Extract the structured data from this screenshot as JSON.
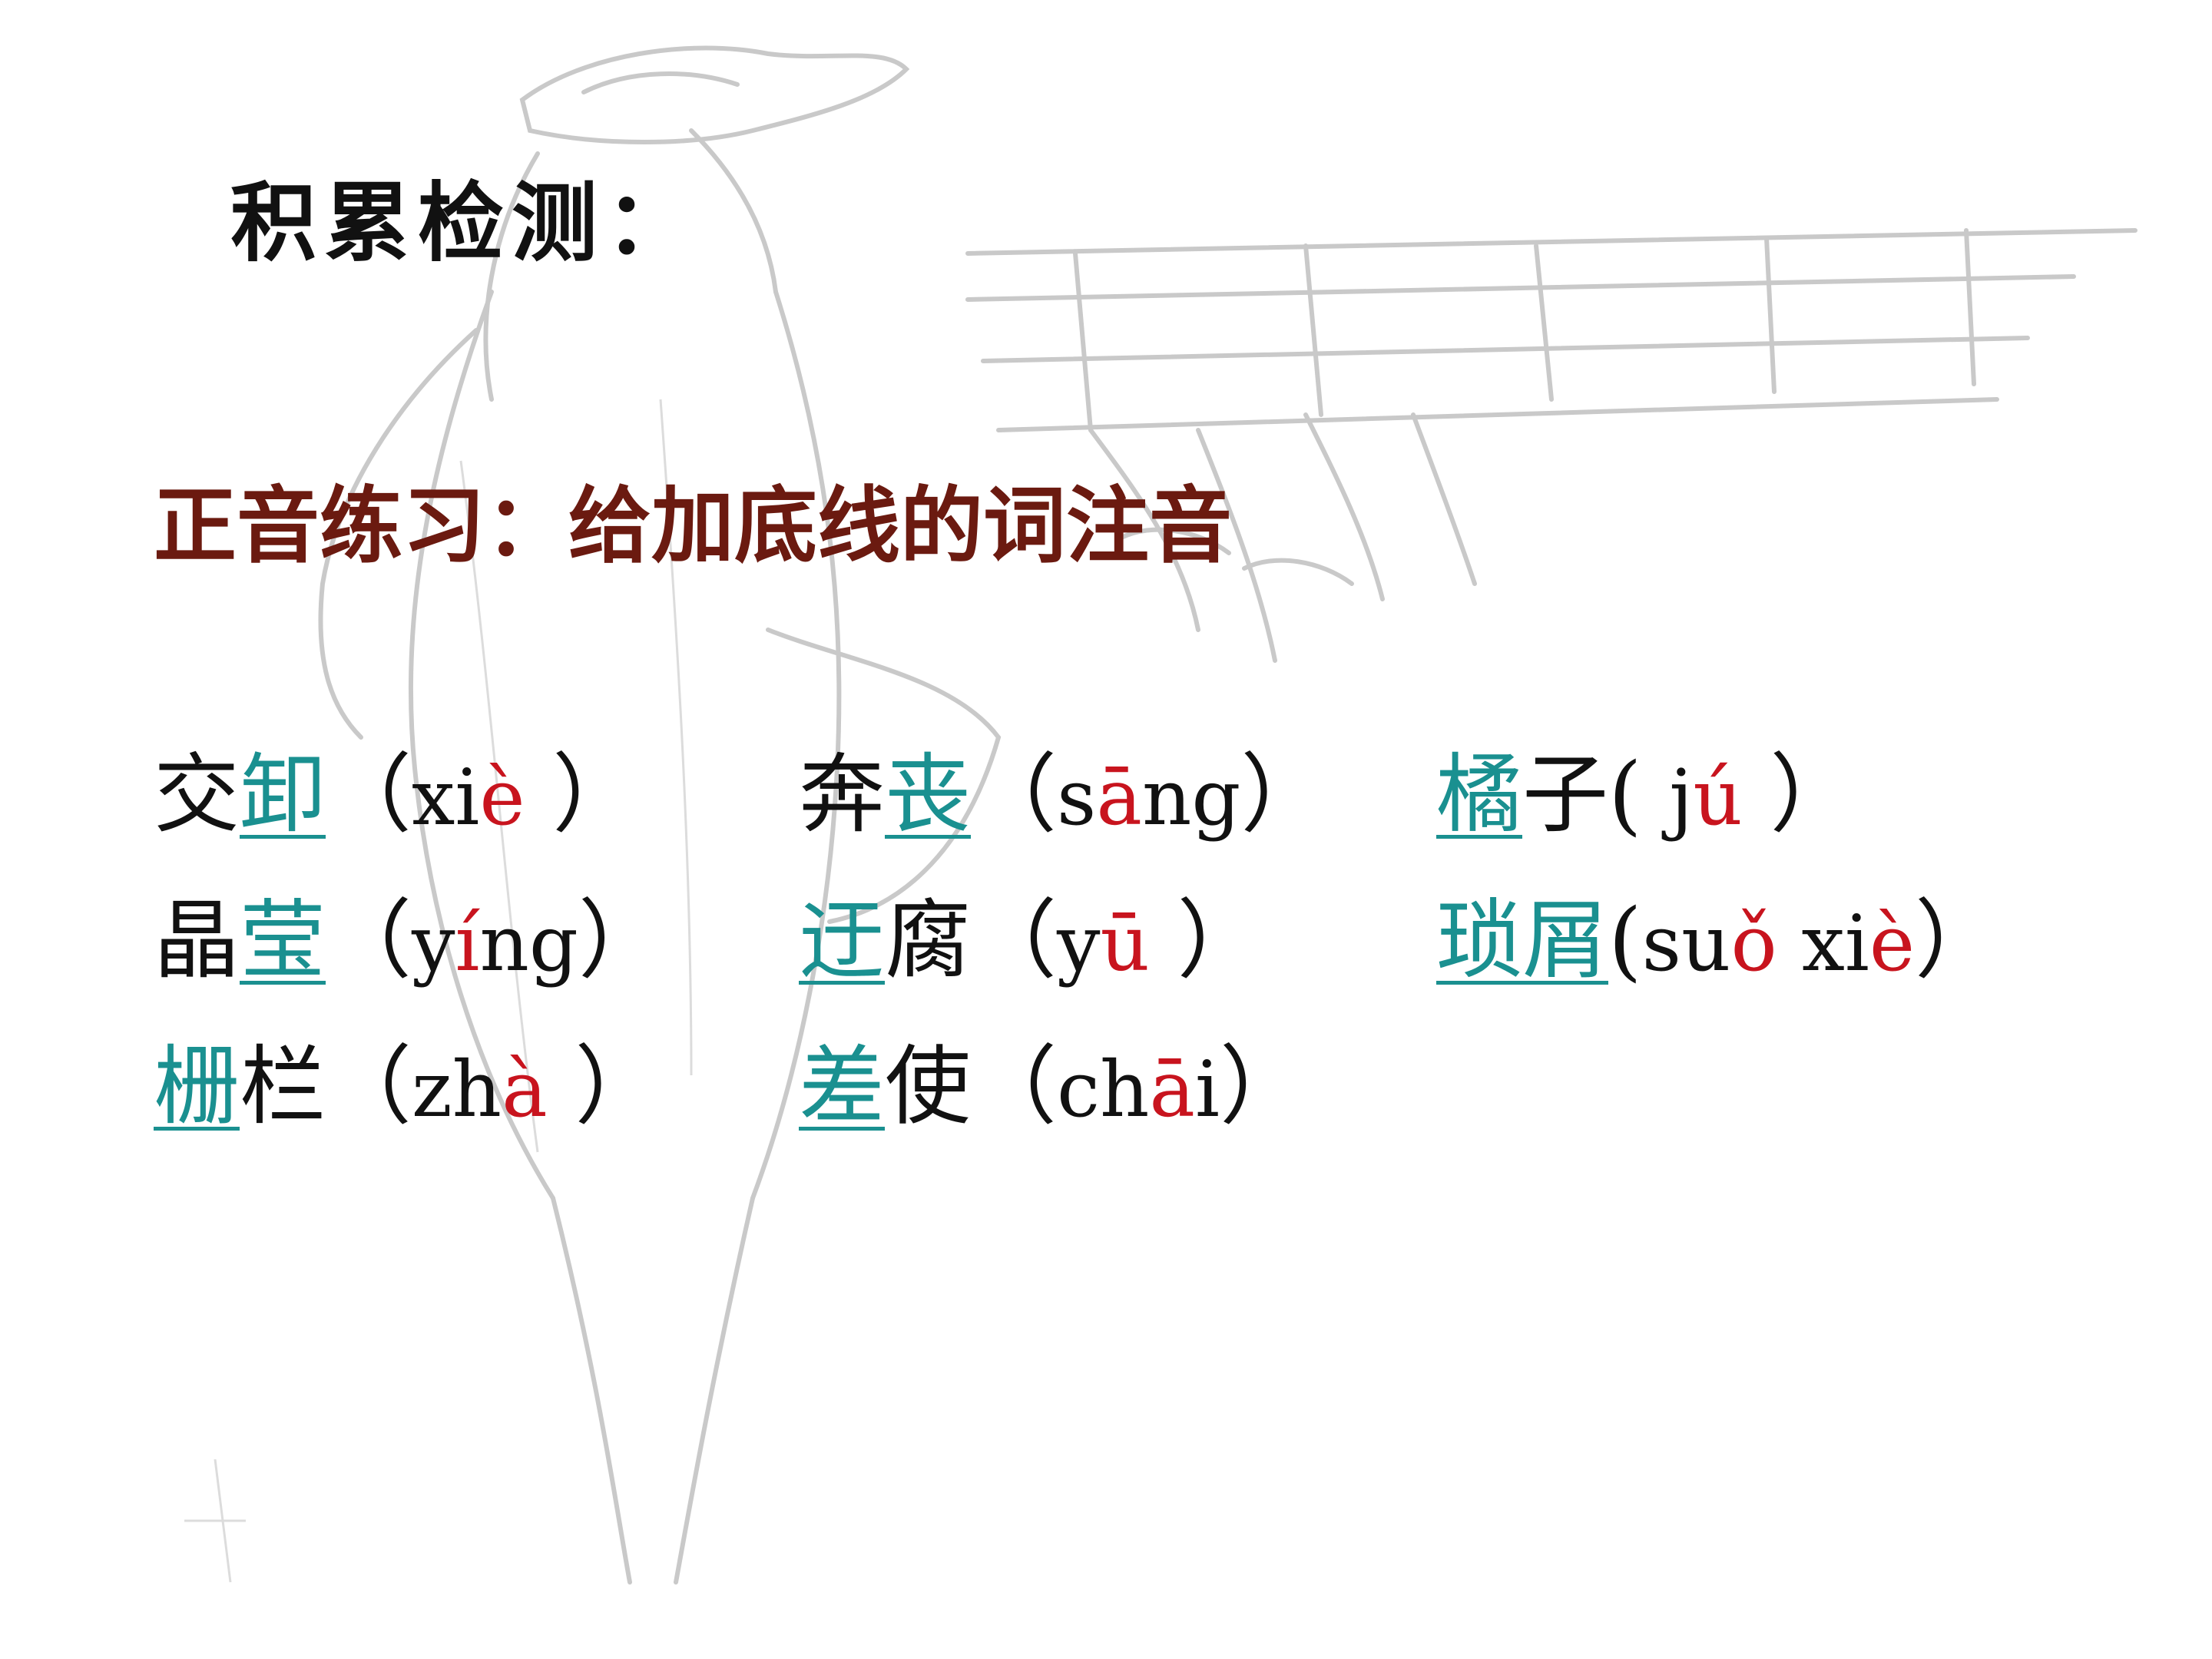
{
  "title": "积累检测：",
  "subtitle": "正音练习：给加底线的词注音",
  "colors": {
    "underlined_word": "#1a9090",
    "tone_vowel": "#c8141e",
    "subtitle": "#6b1a10"
  },
  "items": [
    {
      "plain_before": "交",
      "underlined": "卸",
      "plain_after": "",
      "open": "（",
      "py_pre": "xi",
      "py_tone": "è",
      "py_post": "",
      "close": " ）"
    },
    {
      "plain_before": "奔",
      "underlined": "丧",
      "plain_after": "",
      "open": "（",
      "py_pre": "s",
      "py_tone": "ā",
      "py_post": "ng",
      "close": "）"
    },
    {
      "plain_before": "",
      "underlined": "橘",
      "plain_after": "子",
      "open": "( ",
      "py_pre": "j",
      "py_tone": "ú",
      "py_post": "",
      "close": "    ）"
    },
    {
      "plain_before": "晶",
      "underlined": "莹",
      "plain_after": "",
      "open": "（",
      "py_pre": "y",
      "py_tone": "í",
      "py_post": "ng",
      "close": "）"
    },
    {
      "plain_before": "",
      "underlined": "迂",
      "plain_after": "腐",
      "open": "（",
      "py_pre": "y",
      "py_tone": "ū",
      "py_post": "",
      "close": "   ）"
    },
    {
      "plain_before": "",
      "underlined": "琐屑",
      "plain_after": "",
      "open": "(",
      "py_pre": "su",
      "py_tone": "ǒ",
      "py_post": " xi",
      "py_tone2": "è",
      "close": "）"
    },
    {
      "plain_before": "",
      "underlined": "栅",
      "plain_after": "栏",
      "open": "（",
      "py_pre": "zh",
      "py_tone": "à",
      "py_post": "",
      "close": " ）"
    },
    {
      "plain_before": "",
      "underlined": "差",
      "plain_after": "使",
      "open": "（",
      "py_pre": "ch",
      "py_tone": "ā",
      "py_post": "i",
      "close": "）"
    }
  ]
}
